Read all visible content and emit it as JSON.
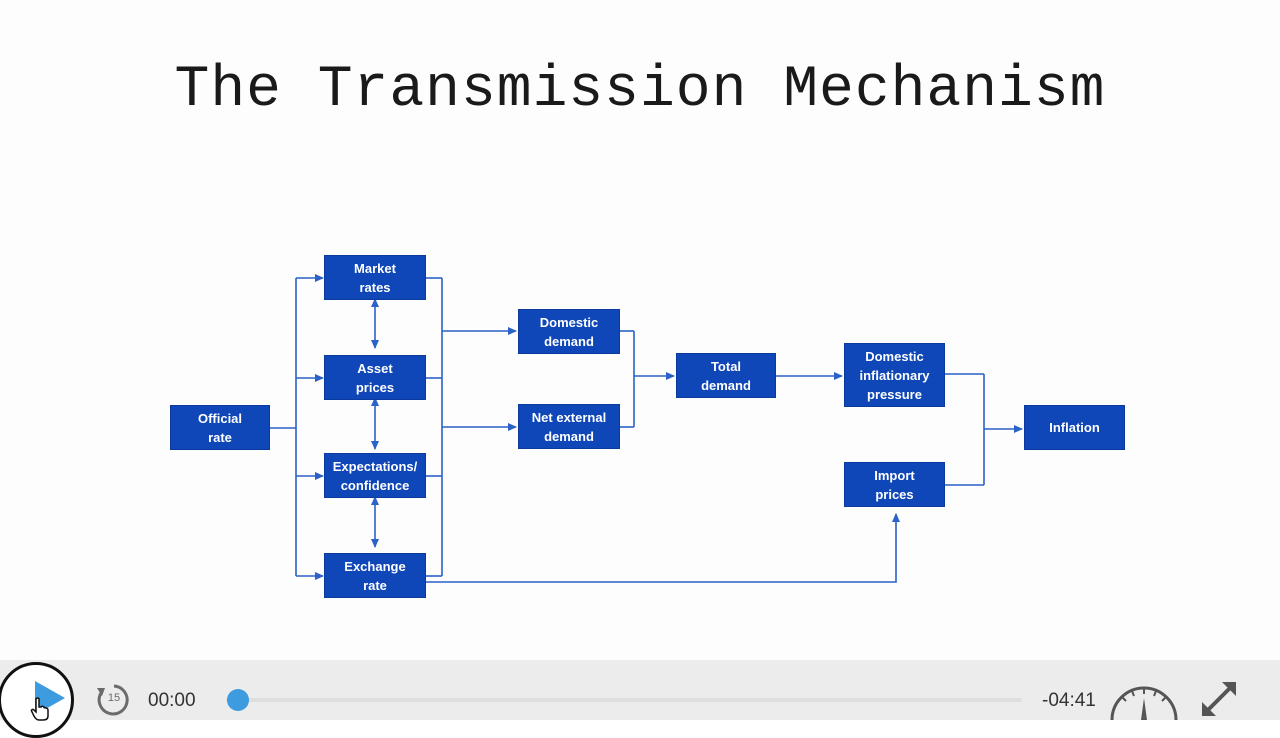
{
  "slide": {
    "title": "The Transmission Mechanism",
    "diagram": {
      "nodes": {
        "official_rate": [
          "Official",
          "rate"
        ],
        "market_rates": [
          "Market",
          "rates"
        ],
        "asset_prices": [
          "Asset",
          "prices"
        ],
        "expectations": [
          "Expectations/",
          "confidence"
        ],
        "exchange_rate": [
          "Exchange",
          "rate"
        ],
        "domestic_demand": [
          "Domestic",
          "demand"
        ],
        "net_external_demand": [
          "Net external",
          "demand"
        ],
        "total_demand": [
          "Total",
          "demand"
        ],
        "domestic_inflationary_pressure": [
          "Domestic",
          "inflationary",
          "pressure"
        ],
        "import_prices": [
          "Import",
          "prices"
        ],
        "inflation": [
          "Inflation"
        ]
      }
    }
  },
  "player": {
    "play_icon": "play-icon",
    "rewind_icon": "rewind-15-icon",
    "rewind_seconds": "15",
    "current_time": "00:00",
    "remaining_time": "-04:41",
    "progress": 0,
    "speed_icon": "speedometer-icon",
    "fullscreen_icon": "fullscreen-icon",
    "accent_color": "#3d9be0"
  },
  "colors": {
    "box_fill": "#0f46b8",
    "arrow": "#2a62c9"
  }
}
